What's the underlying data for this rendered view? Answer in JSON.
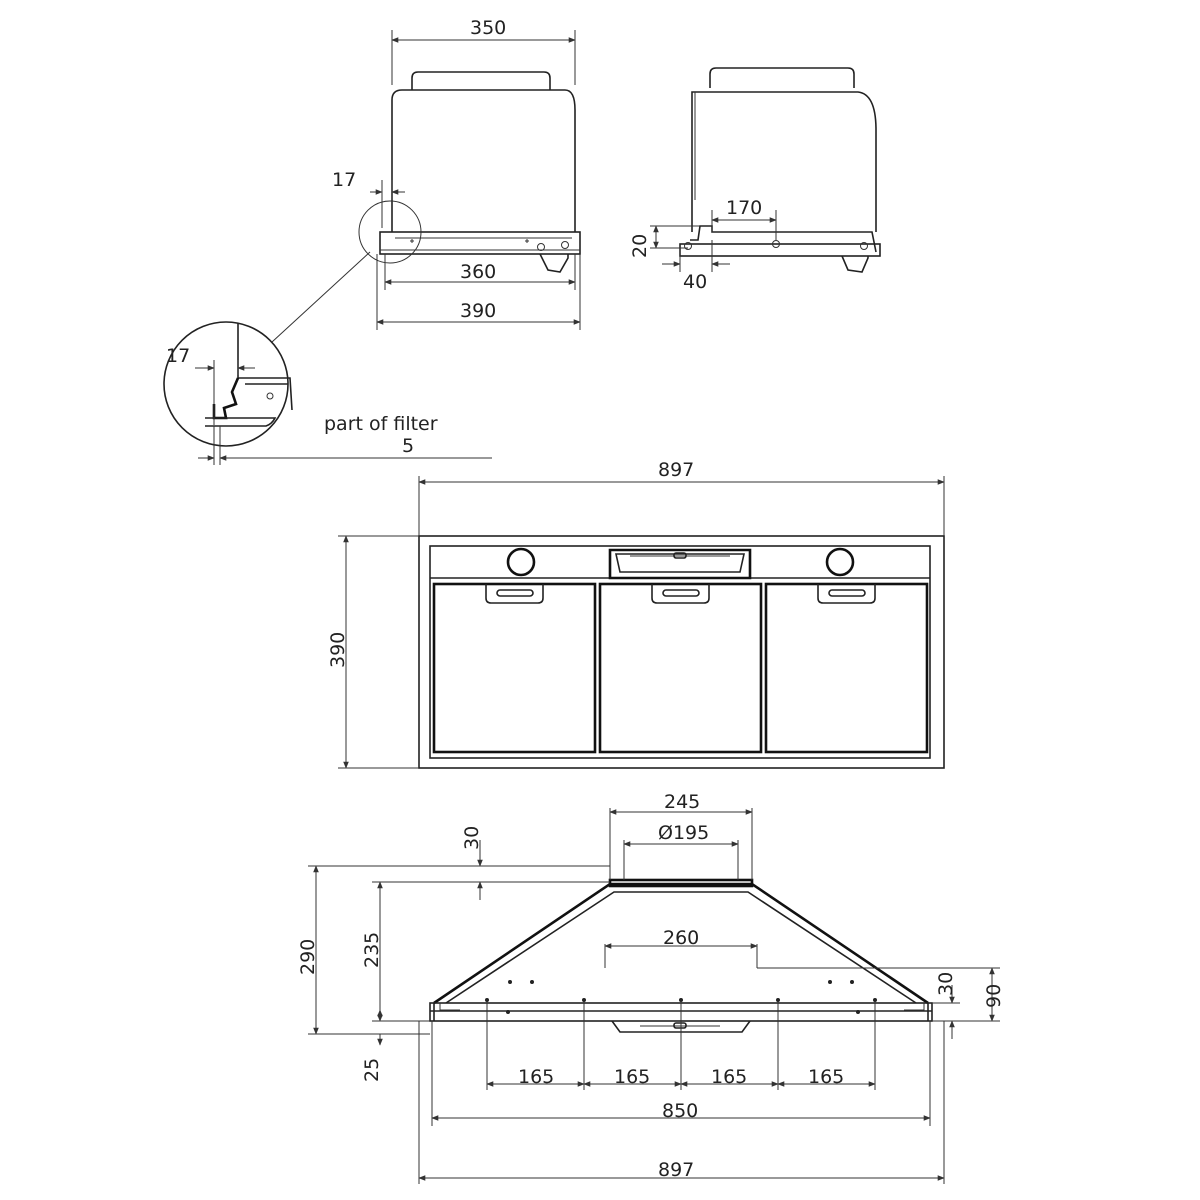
{
  "side_view_left": {
    "width_top": "350",
    "offset": "17",
    "inner_width": "360",
    "outer_width": "390"
  },
  "detail": {
    "offset": "17",
    "filter_note": "part of filter",
    "filter_value": "5"
  },
  "side_view_right": {
    "hole_distance": "170",
    "height": "20",
    "depth": "40"
  },
  "bottom_view": {
    "width": "897",
    "depth": "390"
  },
  "front_view": {
    "outlet_width": "245",
    "outlet_diameter": "Ø195",
    "collar_height": "30",
    "total_height": "290",
    "body_height": "235",
    "mount_distance": "260",
    "side_step": "30",
    "side_height": "90",
    "base_height": "25",
    "spacing_1": "165",
    "spacing_2": "165",
    "spacing_3": "165",
    "spacing_4": "165",
    "inner_width": "850",
    "overall_width": "897"
  }
}
